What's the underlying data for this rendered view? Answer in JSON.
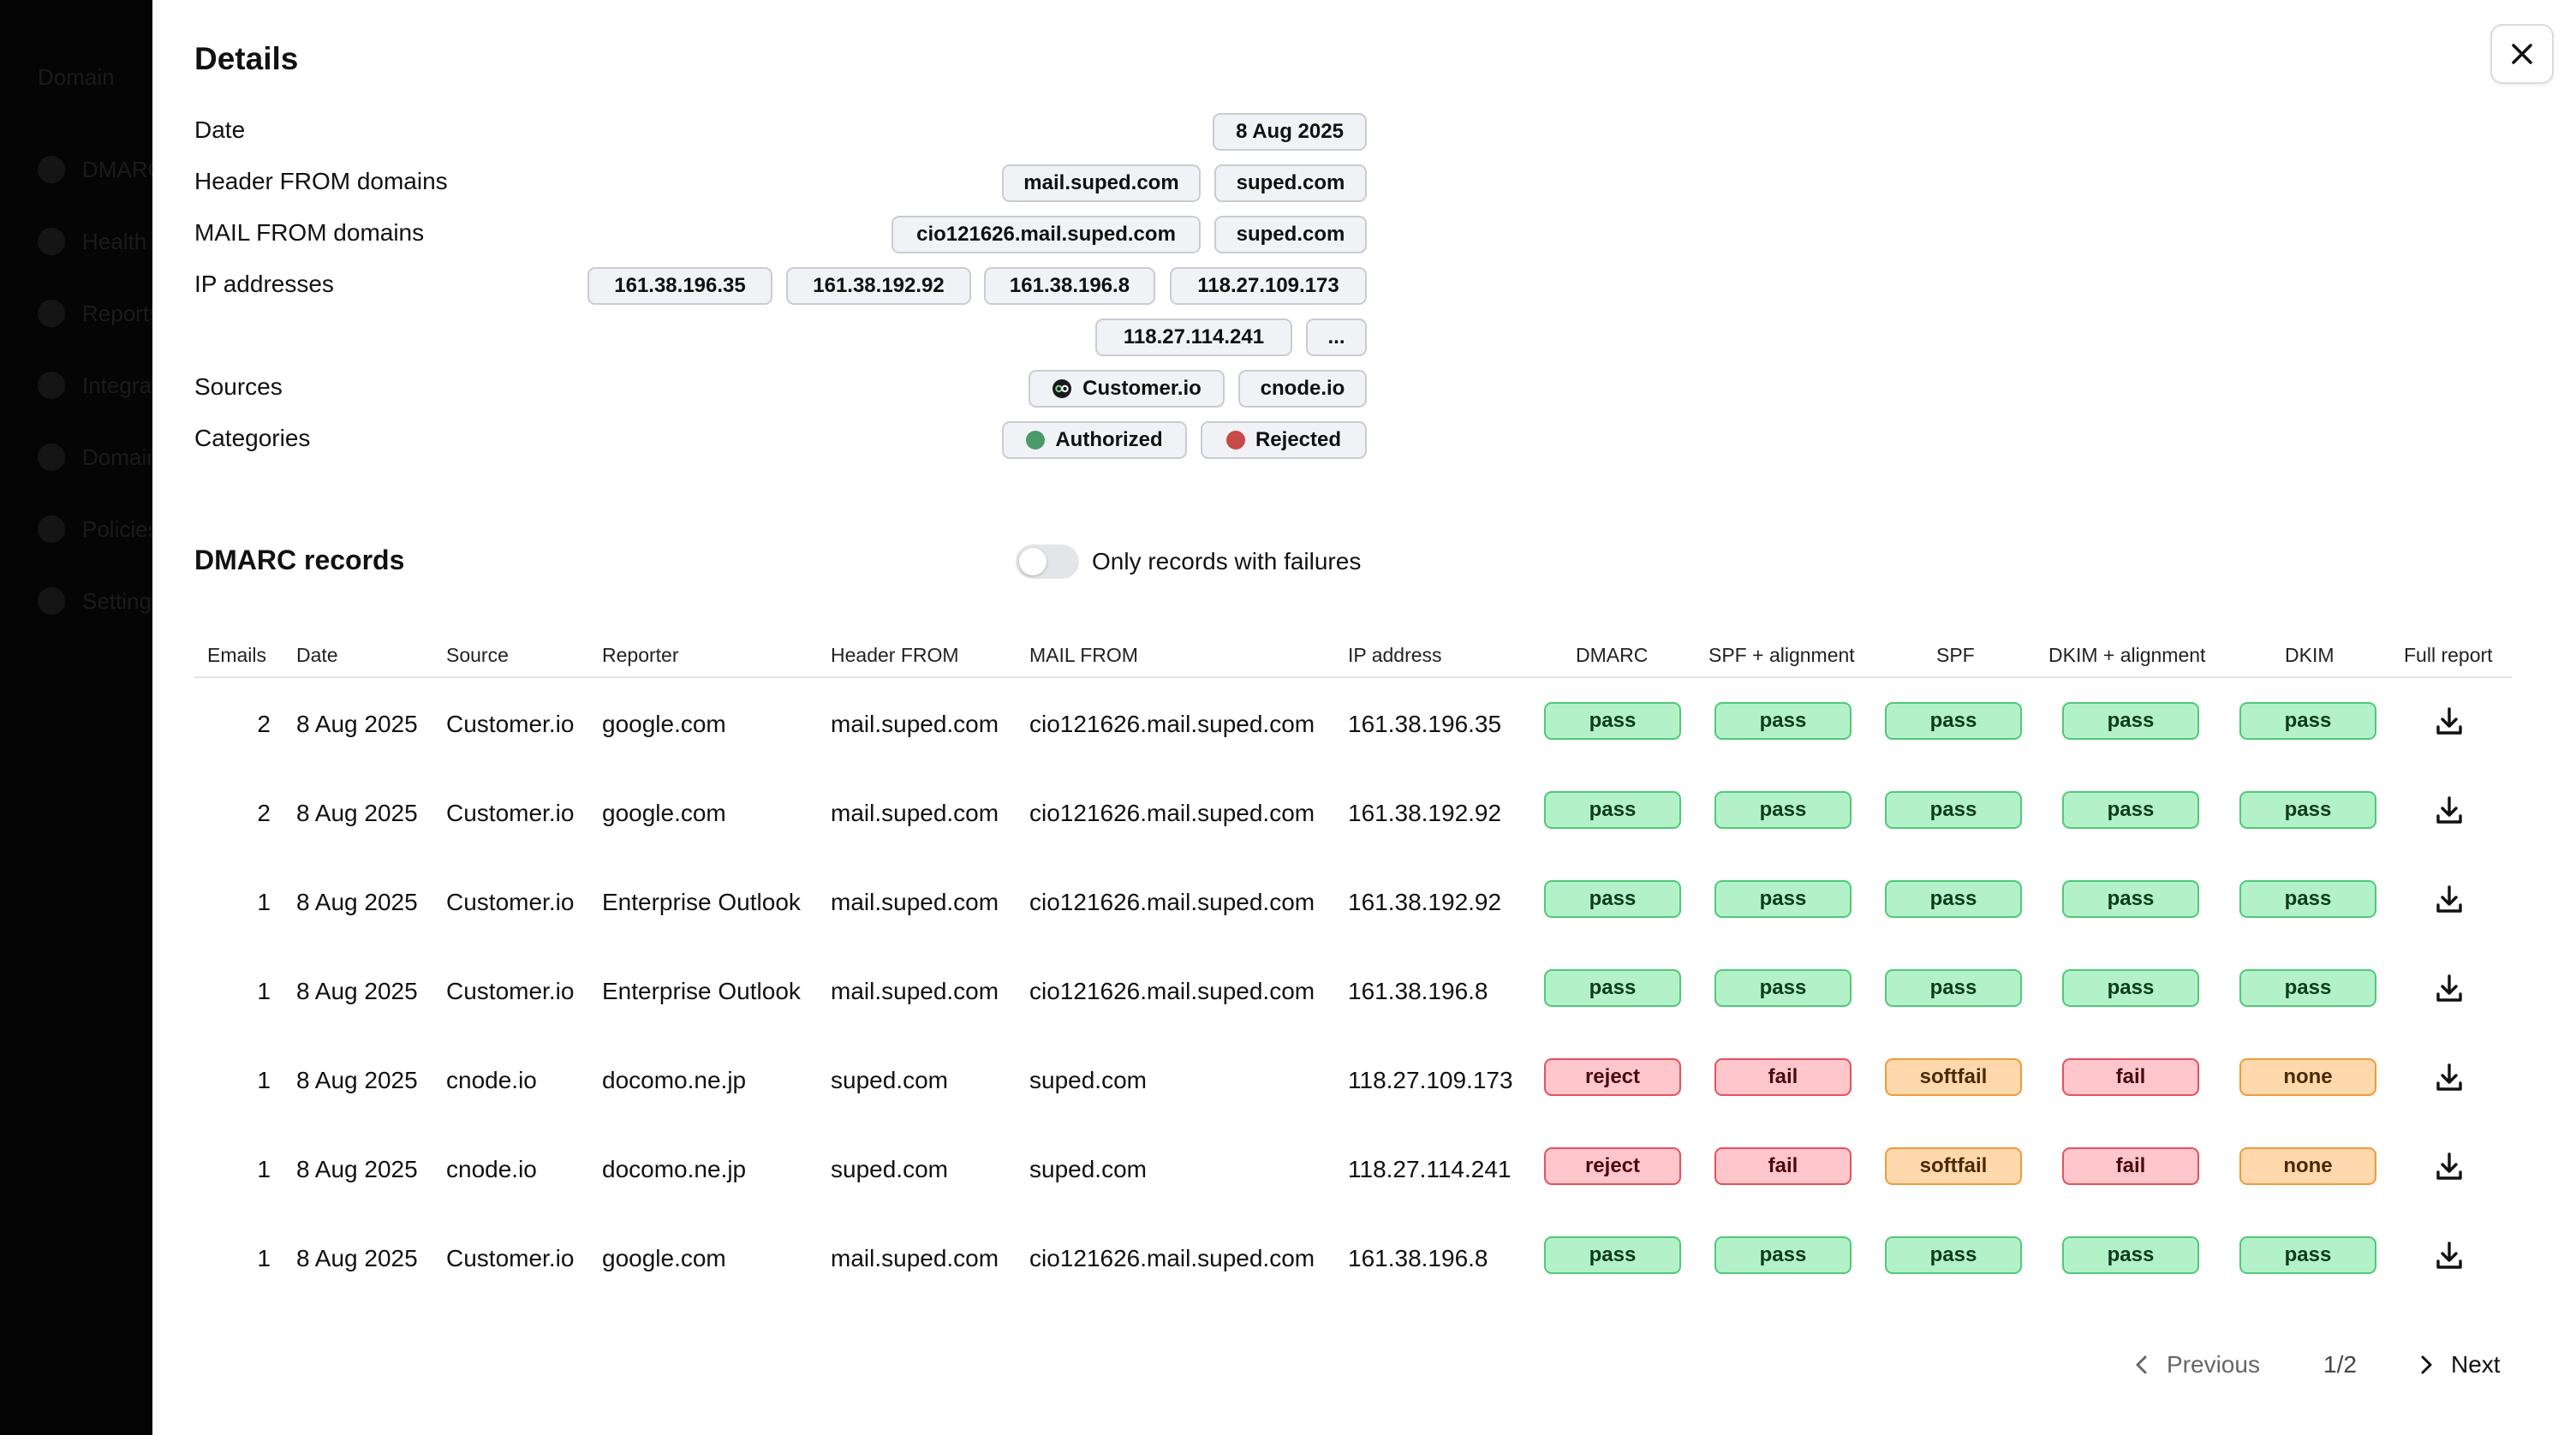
{
  "backdrop": {
    "items": [
      "Domain",
      "DMARC",
      "Health",
      "Reports",
      "Integrations",
      "Domains",
      "Policies",
      "Settings"
    ]
  },
  "panel": {
    "title": "Details",
    "details": [
      {
        "label": "Date"
      },
      {
        "label": "Header FROM domains"
      },
      {
        "label": "MAIL FROM domains"
      },
      {
        "label": "IP addresses"
      },
      {
        "label": "Sources"
      },
      {
        "label": "Categories"
      }
    ],
    "date_chip": "8 Aug 2025",
    "header_from_chips": [
      "mail.suped.com",
      "suped.com"
    ],
    "mail_from_chips": [
      "cio121626.mail.suped.com",
      "suped.com"
    ],
    "ip_chips": [
      "161.38.196.35",
      "161.38.192.92",
      "161.38.196.8",
      "118.27.109.173",
      "118.27.114.241",
      "..."
    ],
    "source_chips": [
      {
        "label": "Customer.io",
        "icon": "customerio-logo-icon"
      },
      {
        "label": "cnode.io"
      }
    ],
    "category_chips": [
      {
        "label": "Authorized",
        "color": "#4a9a6a"
      },
      {
        "label": "Rejected",
        "color": "#c94848"
      }
    ]
  },
  "records": {
    "title": "DMARC records",
    "toggle_label": "Only records with failures",
    "toggle_on": false,
    "columns": [
      "Emails",
      "Date",
      "Source",
      "Reporter",
      "Header FROM",
      "MAIL FROM",
      "IP address",
      "DMARC",
      "SPF + alignment",
      "SPF",
      "DKIM + alignment",
      "DKIM",
      "Full report"
    ],
    "rows": [
      {
        "emails": "2",
        "date": "8 Aug 2025",
        "source": "Customer.io",
        "reporter": "google.com",
        "header_from": "mail.suped.com",
        "mail_from": "cio121626.mail.suped.com",
        "ip": "161.38.196.35",
        "dmarc": "pass",
        "spf_align": "pass",
        "spf": "pass",
        "dkim_align": "pass",
        "dkim": "pass"
      },
      {
        "emails": "2",
        "date": "8 Aug 2025",
        "source": "Customer.io",
        "reporter": "google.com",
        "header_from": "mail.suped.com",
        "mail_from": "cio121626.mail.suped.com",
        "ip": "161.38.192.92",
        "dmarc": "pass",
        "spf_align": "pass",
        "spf": "pass",
        "dkim_align": "pass",
        "dkim": "pass"
      },
      {
        "emails": "1",
        "date": "8 Aug 2025",
        "source": "Customer.io",
        "reporter": "Enterprise Outlook",
        "header_from": "mail.suped.com",
        "mail_from": "cio121626.mail.suped.com",
        "ip": "161.38.192.92",
        "dmarc": "pass",
        "spf_align": "pass",
        "spf": "pass",
        "dkim_align": "pass",
        "dkim": "pass"
      },
      {
        "emails": "1",
        "date": "8 Aug 2025",
        "source": "Customer.io",
        "reporter": "Enterprise Outlook",
        "header_from": "mail.suped.com",
        "mail_from": "cio121626.mail.suped.com",
        "ip": "161.38.196.8",
        "dmarc": "pass",
        "spf_align": "pass",
        "spf": "pass",
        "dkim_align": "pass",
        "dkim": "pass"
      },
      {
        "emails": "1",
        "date": "8 Aug 2025",
        "source": "cnode.io",
        "reporter": "docomo.ne.jp",
        "header_from": "suped.com",
        "mail_from": "suped.com",
        "ip": "118.27.109.173",
        "dmarc": "reject",
        "spf_align": "fail",
        "spf": "softfail",
        "dkim_align": "fail",
        "dkim": "none"
      },
      {
        "emails": "1",
        "date": "8 Aug 2025",
        "source": "cnode.io",
        "reporter": "docomo.ne.jp",
        "header_from": "suped.com",
        "mail_from": "suped.com",
        "ip": "118.27.114.241",
        "dmarc": "reject",
        "spf_align": "fail",
        "spf": "softfail",
        "dkim_align": "fail",
        "dkim": "none"
      },
      {
        "emails": "1",
        "date": "8 Aug 2025",
        "source": "Customer.io",
        "reporter": "google.com",
        "header_from": "mail.suped.com",
        "mail_from": "cio121626.mail.suped.com",
        "ip": "161.38.196.8",
        "dmarc": "pass",
        "spf_align": "pass",
        "spf": "pass",
        "dkim_align": "pass",
        "dkim": "pass"
      }
    ]
  },
  "pager": {
    "previous": "Previous",
    "page": "1/2",
    "next": "Next"
  },
  "colors": {
    "pass_bg": "#b3f2c8",
    "fail_bg": "#ffc7cc",
    "warn_bg": "#ffd9ad"
  }
}
